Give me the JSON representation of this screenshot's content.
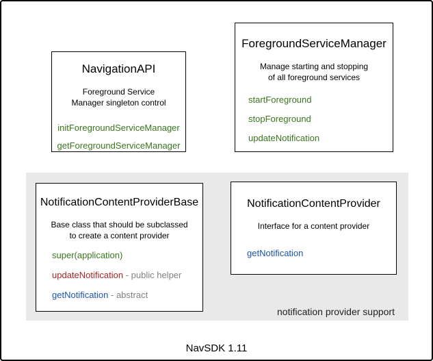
{
  "diagram": {
    "footer_label": "NavSDK 1.11",
    "band_label": "notification provider support"
  },
  "colors": {
    "method_green": "#38761d",
    "method_red": "#a82424",
    "method_blue": "#1a54ad",
    "annotation_gray": "#808080",
    "band_background": "#e9e9e9",
    "box_border": "#000000"
  },
  "boxes": {
    "navigation_api": {
      "title": "NavigationAPI",
      "subtitle_line1": "Foreground Service",
      "subtitle_line2": "Manager singleton control",
      "methods": [
        {
          "name": "initForegroundServiceManager"
        },
        {
          "name": "getForegroundServiceManager"
        }
      ]
    },
    "foreground_service_manager": {
      "title": "ForegroundServiceManager",
      "subtitle_line1": "Manage starting and stopping",
      "subtitle_line2": "of all foreground services",
      "methods": [
        {
          "name": "startForeground"
        },
        {
          "name": "stopForeground"
        },
        {
          "name": "updateNotification"
        }
      ]
    },
    "notification_content_provider_base": {
      "title": "NotificationContentProviderBase",
      "subtitle_line1": "Base class that should be subclassed",
      "subtitle_line2": "to create a content provider",
      "methods": [
        {
          "name": "super(application)"
        },
        {
          "name": "updateNotification",
          "annotation": "- public helper"
        },
        {
          "name": "getNotification",
          "annotation": "- abstract"
        }
      ]
    },
    "notification_content_provider": {
      "title": "NotificationContentProvider",
      "subtitle_line1": "Interface for a content provider",
      "methods": [
        {
          "name": "getNotification"
        }
      ]
    }
  }
}
